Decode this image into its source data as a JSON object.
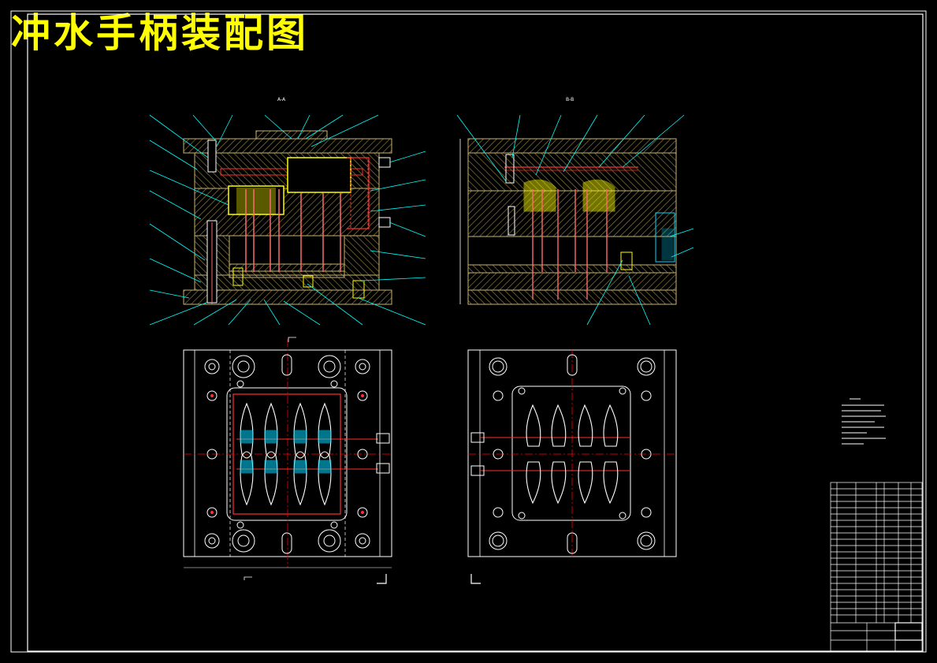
{
  "title": "冲水手柄装配图",
  "views": {
    "aa_label": "A-A",
    "bb_label": "B-B"
  },
  "colors": {
    "background": "#000000",
    "frame": "#ffffff",
    "plate_outline": "#c8b46e",
    "hatch": "#9a8a50",
    "cavity": "#ffff00",
    "cooling": "#ff3030",
    "pins": "#ff6a6a",
    "parts": "#00d8ff",
    "leaders": "#00ffff",
    "centerline": "#ff0000",
    "title": "#ffff00"
  },
  "title_block": {
    "school": "",
    "drawing": ""
  }
}
